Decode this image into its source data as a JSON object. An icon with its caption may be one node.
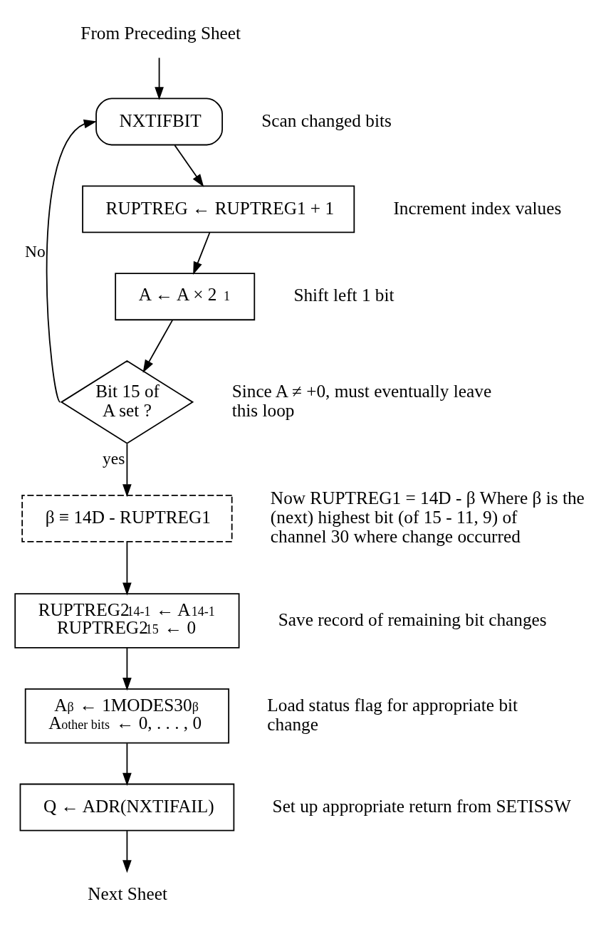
{
  "diagram": {
    "nodes": [
      {
        "text": [
          "From Preceding Sheet"
        ]
      },
      {
        "text": [
          "NXTIFBIT"
        ],
        "beside": [
          "Scan changed bits"
        ]
      },
      {
        "text": [
          "RUPTREG ← RUPTREG1 + 1"
        ],
        "beside": [
          "Increment index values"
        ]
      },
      {
        "text": [
          "A ← A × 2 $^{1}$"
        ],
        "beside": [
          "Shift left 1 bit"
        ]
      },
      {
        "text": [
          "Bit 15 of A set ?"
        ],
        "beside": [
          "Since A ≠ +0, must eventually leave this loop"
        ]
      },
      {
        "text": [
          "β ≡ 14D - RUPTREG1"
        ],
        "beside": [
          "Now RUPTREG1 = 14D - β Where β is the (next) highest bit (of 15 - 11, 9) of channel 30 where change occurred"
        ]
      },
      {
        "text": [
          "RUPTREG2$_{14-1}$ ← A$_{14-1}$",
          "RUPTREG2$_{15}$ ← 0"
        ],
        "beside": [
          "Save record of remaining bit changes"
        ]
      },
      {
        "text": [
          "A$_{β}$ ← 1MODES30$_{β}$",
          "A$_{other bits}$ ← 0, . . . , 0"
        ],
        "beside": [
          "Load status flag for appropriate bit change"
        ]
      },
      {
        "text": [
          "Q ← ADR(NXTIFAIL)"
        ],
        "beside": [
          "Set up appropriate return from SETISSW"
        ]
      },
      {
        "text": [
          "Next Sheet"
        ]
      }
    ],
    "edges": [
      {
        "from": 0,
        "to": 1,
        "arrow": "to"
      },
      {
        "from": 1,
        "to": 2,
        "arrow": "to"
      },
      {
        "from": 2,
        "to": 3,
        "arrow": "to"
      },
      {
        "from": 3,
        "to": 4,
        "arrow": "to"
      },
      {
        "from": 4,
        "to": 1,
        "arrow": "to",
        "label": "No"
      },
      {
        "from": 4,
        "to": 5,
        "arrow": "to",
        "label": "yes"
      },
      {
        "from": 5,
        "to": 6,
        "arrow": "to"
      },
      {
        "from": 6,
        "to": 7,
        "arrow": "to"
      },
      {
        "from": 7,
        "to": 8,
        "arrow": "to"
      },
      {
        "from": 8,
        "to": 9,
        "arrow": "to"
      }
    ]
  }
}
